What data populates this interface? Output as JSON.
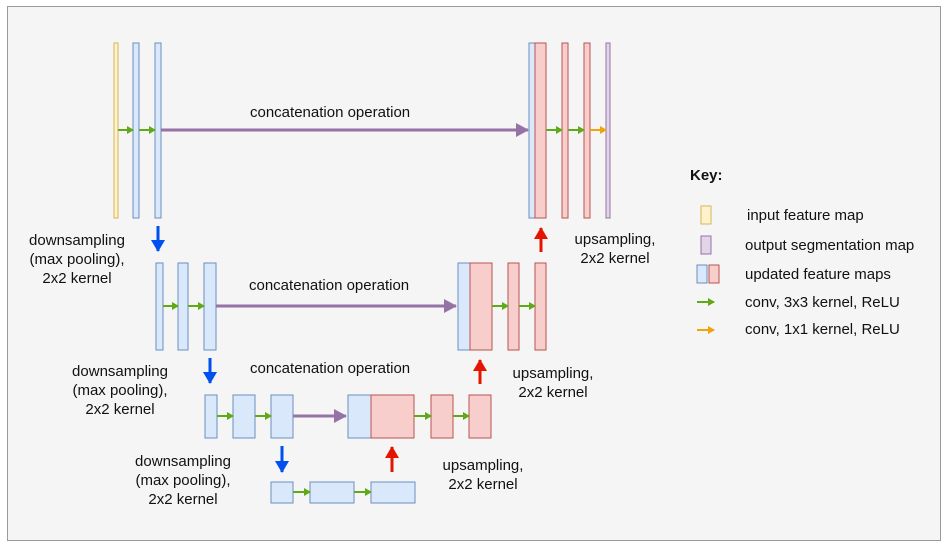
{
  "labels": {
    "concat": "concatenation operation",
    "down_1": "downsampling",
    "down_2": "(max pooling),",
    "down_3": "2x2 kernel",
    "up_1": "upsampling,",
    "up_2": "2x2 kernel"
  },
  "key": {
    "title": "Key:",
    "items": [
      {
        "label": "input feature map",
        "icon": "input-feature-map-swatch"
      },
      {
        "label": "output segmentation map",
        "icon": "output-segmentation-map-swatch"
      },
      {
        "label": "updated feature maps",
        "icon": "updated-feature-maps-swatch"
      },
      {
        "label": "conv, 3x3 kernel, ReLU",
        "icon": "green-arrow"
      },
      {
        "label": "conv, 1x1 kernel, ReLU",
        "icon": "orange-arrow"
      }
    ]
  },
  "colors": {
    "input_fill": "#fff2cc",
    "input_stroke": "#d6b656",
    "blue_fill": "#dae8fc",
    "blue_stroke": "#6c8ebf",
    "red_fill": "#f8cecc",
    "red_stroke": "#b85450",
    "purple_fill": "#e1d5e7",
    "purple_stroke": "#9673a6",
    "green_arrow": "#60a917",
    "orange_arrow": "#f0a30a",
    "purple_arrow": "#9673a6",
    "down_arrow": "#0050ef",
    "up_arrow": "#e51400"
  }
}
